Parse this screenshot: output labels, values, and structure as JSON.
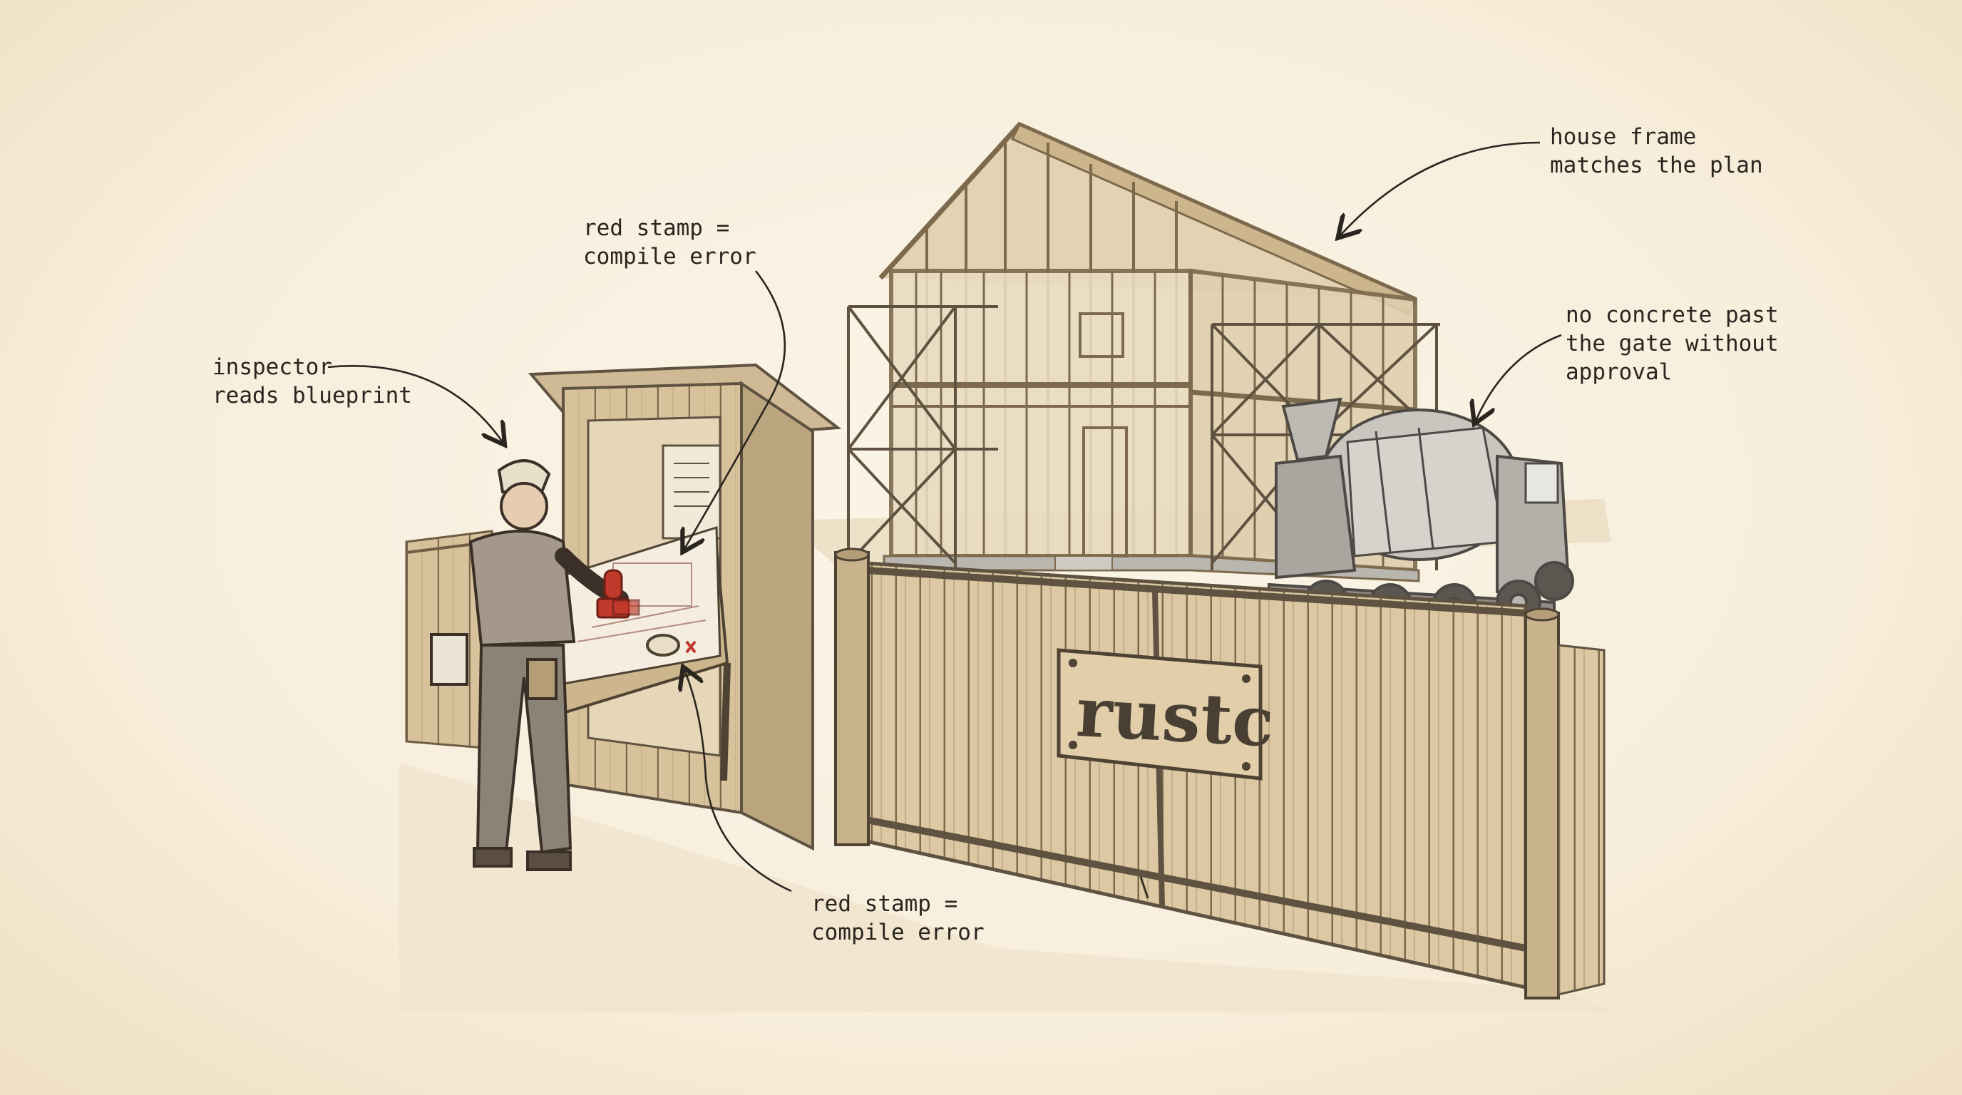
{
  "annotations": {
    "inspector": [
      "inspector",
      "reads blueprint"
    ],
    "stamp_top": [
      "red stamp =",
      "compile error"
    ],
    "stamp_bottom": [
      "red stamp =",
      "compile error"
    ],
    "house": [
      "house frame",
      "matches the plan"
    ],
    "concrete": [
      "no concrete past",
      "the gate without",
      "approval"
    ]
  },
  "sign": {
    "text": "rustc"
  },
  "colors": {
    "paper": "#f7efdf",
    "wood": "#d9c49f",
    "wood_dark": "#8a7556",
    "ink": "#3a3028",
    "stamp_red": "#c0392b",
    "concrete_gray": "#b9b6b0"
  }
}
